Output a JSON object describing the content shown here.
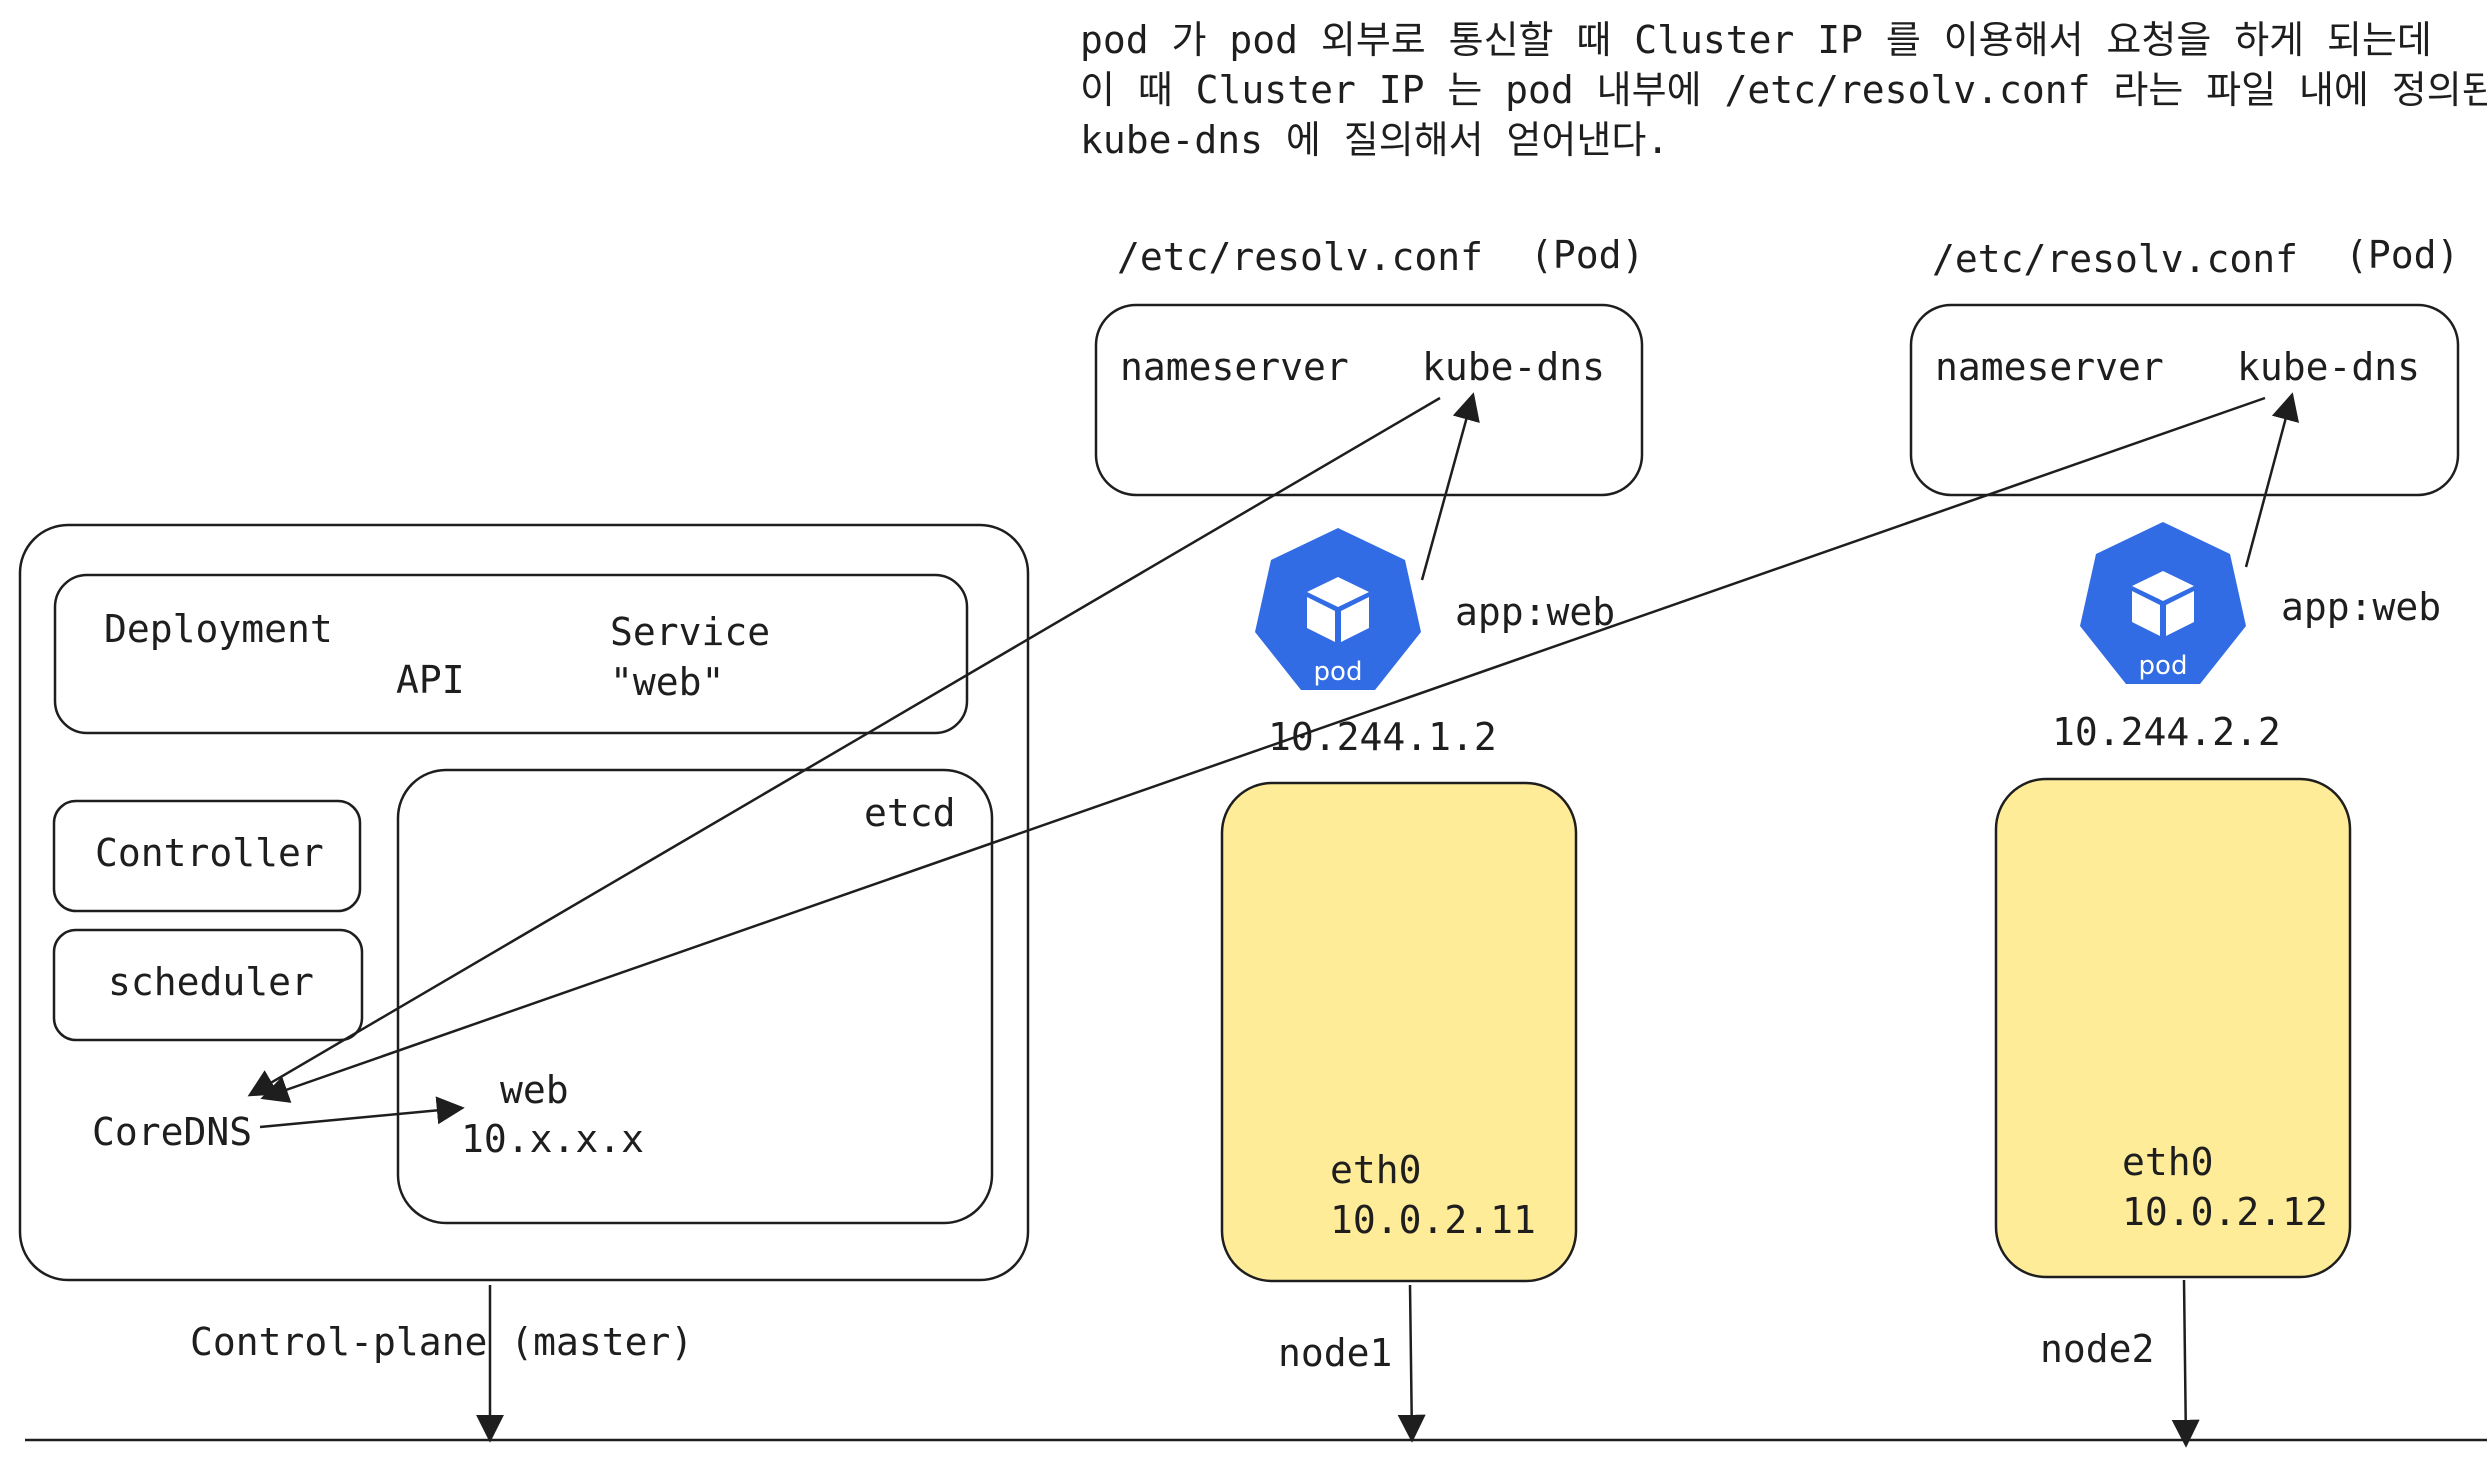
{
  "header": {
    "line1": "pod 가 pod 외부로 통신할 때 Cluster IP 를 이용해서 요청을 하게 되는데",
    "line2": "이 때 Cluster IP 는 pod 내부에 /etc/resolv.conf 라는 파일 내에 정의된",
    "line3": "kube-dns 에 질의해서 얻어낸다."
  },
  "control_plane": {
    "label": "Control-plane (master)",
    "api_group": {
      "deployment": "Deployment",
      "api": "API",
      "service": "Service",
      "service_name": "\"web\""
    },
    "controller": "Controller",
    "scheduler": "scheduler",
    "coredns": "CoreDNS",
    "etcd": {
      "label": "etcd",
      "record_name": "web",
      "record_ip": "10.x.x.x"
    }
  },
  "pods": [
    {
      "resolv_title": "/etc/resolv.conf",
      "resolv_tag": "(Pod)",
      "nameserver_key": "nameserver",
      "nameserver_value": "kube-dns",
      "icon_label": "pod",
      "app_label": "app:web",
      "pod_ip": "10.244.1.2",
      "iface": "eth0",
      "iface_ip": "10.0.2.11",
      "node": "node1"
    },
    {
      "resolv_title": "/etc/resolv.conf",
      "resolv_tag": "(Pod)",
      "nameserver_key": "nameserver",
      "nameserver_value": "kube-dns",
      "icon_label": "pod",
      "app_label": "app:web",
      "pod_ip": "10.244.2.2",
      "iface": "eth0",
      "iface_ip": "10.0.2.12",
      "node": "node2"
    }
  ],
  "colors": {
    "stroke": "#1e1e1e",
    "node_fill": "#ffec99",
    "pod_icon": "#326ce5",
    "pod_cube": "#ffffff"
  }
}
